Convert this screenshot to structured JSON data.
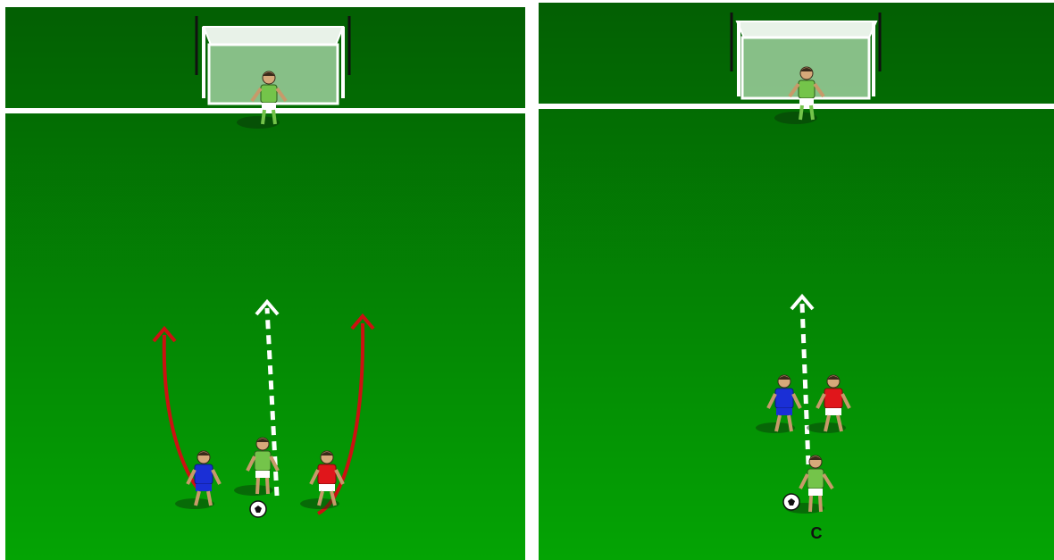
{
  "panels": [
    {
      "id": "left",
      "players": [
        {
          "team": "goalkeeper",
          "kit": "green"
        },
        {
          "team": "defender",
          "kit": "blue"
        },
        {
          "team": "attacker",
          "kit": "green",
          "has_ball": true
        },
        {
          "team": "defender",
          "kit": "red"
        }
      ],
      "movements": [
        {
          "type": "run",
          "style": "curved solid",
          "color": "#cc1111"
        },
        {
          "type": "dribble",
          "style": "dashed",
          "color": "#ffffff"
        },
        {
          "type": "run",
          "style": "curved solid",
          "color": "#cc1111"
        }
      ]
    },
    {
      "id": "right",
      "players": [
        {
          "team": "goalkeeper",
          "kit": "green"
        },
        {
          "team": "defender",
          "kit": "blue"
        },
        {
          "team": "defender",
          "kit": "red"
        },
        {
          "team": "attacker",
          "kit": "green",
          "has_ball": true
        }
      ],
      "movements": [
        {
          "type": "dribble",
          "style": "dashed",
          "color": "#ffffff"
        }
      ],
      "player_label": "C"
    }
  ],
  "colors": {
    "pitch_top": "#035f03",
    "pitch_bottom": "#04a404",
    "line": "#ffffff",
    "kit_green": "#74c44a",
    "kit_blue": "#1a2fd6",
    "kit_red": "#e0161b",
    "run_arrow": "#cc1111"
  }
}
